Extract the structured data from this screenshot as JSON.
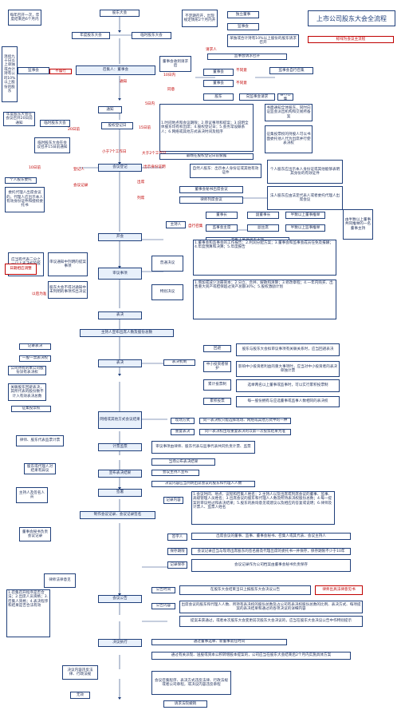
{
  "title": "上市公司股东大会全流程",
  "subtitle": "标绿为会议主流程",
  "labels": {
    "l0": "请求人",
    "l1": "不履行",
    "l2": "10日内",
    "l3": "不同意",
    "l4": "不同意",
    "l5": "同意",
    "l6": "5日内",
    "l7": "20日前",
    "l8": "15日前",
    "l9": "小于7个工作日",
    "l10": "大于2个工作日",
    "l11": "10日前",
    "l12": "登记人",
    "l13": "出示身份证明",
    "l14": "会议记录",
    "l15": "出席",
    "l16": "列席",
    "l17": "自行召集",
    "l18": "日期相应调整",
    "l19": "以后为准",
    "l20": "通知"
  },
  "nodes": {
    "n0": "每年召开一次，年度结束后6个月内",
    "n1": "股东大会",
    "n2": "年度股东大会",
    "n3": "临时股东大会",
    "n4": "不定期召开，出现规定情形2个月内开",
    "n5": "独立董事",
    "n6": "监事会",
    "n7": "单独或合计持有10%以上股份的股东请求召开",
    "n8": "连续九十日以上单独或合计持有公司10%以上股份的股东",
    "n9": "监事会",
    "n10": "召集人：董事会",
    "n11": "董事会收到请求后",
    "n12": "监事会请求召开",
    "n13": "董事会",
    "n14": "监事会自行召集",
    "n15": "董事会",
    "n16": "股东",
    "n17": "向监事会请求",
    "n18": "自行召集",
    "n19": "通知",
    "n20": "1.时间地点和会议期限；2.审议事项和提案；3.说明全体股东均有权出席；4.股权登记日；5.会务常设联系人；6.网络或其他方式表决时间及程序",
    "n21": "书面通知全体股东，同时向证监会派出机构和交易所备案",
    "n22": "征集投票权的持股人可以书面委托他人代为出席并行使表决权",
    "n23": "年度股东大会在会议召开20日前通知",
    "n24": "临时股东大会",
    "n25": "股权登记日",
    "n26": "临时股东大会在会议召开15日前通知",
    "n27": "最晚在股权登记日前披露",
    "n28": "会议登记",
    "n29": "自然人股东：出示本人身份证或其他有效证件",
    "n30": "个人股东应出示本人身份证或其他能够表明其身份的有效证件",
    "n31": "法人股东应由法定代表人或者委托代理人出席会议",
    "n32": "个人股东委托",
    "n33": "委托代理人出席会议的，代理人应出示本人有效身份证件和授权委托书",
    "n34": "董事会秘书出席会议",
    "n35": "律师列席会议",
    "n36": "董事长",
    "n37": "副董事长",
    "n38": "半数以上董事推举",
    "n39": "由半数以上董事共同推举的一名董事主持",
    "n40": "监事会主席",
    "n41": "副主席",
    "n42": "半数以上监事推举",
    "n43": "主持人",
    "n44": "召集人推举代表主持",
    "n45": "开会",
    "n46": "应当有代表二分之一以上表决权的股东出席",
    "n47": "审议通知中列明的提案事项",
    "n48": "股东大会不得对通知中未列明的事项作出决议",
    "n49": "审议事项",
    "n50": "普通决议",
    "n51": "特别决议",
    "n52": "1.董事会和监事会的工作报告；2.利润分配方案；3.董事会和监事会成员任免及报酬；4.年度预算和决算；5.年度报告",
    "n53": "1.增加或减少注册资本；2.分立、合并、解散和清算；3.修改章程；4.一年内购买、出售重大资产或担保超过资产总额30%；5.股权激励计划",
    "n54": "表决",
    "n55": "主持人宣布出席人数及股份总数",
    "n56": "记录表决",
    "n57": "一股一票表决权",
    "n58": "公司持有的本公司股份没有表决权",
    "n59": "关联股东回避表决，其所代表的股份数不计入有效表决总数",
    "n60": "征集投票权",
    "n61": "表决",
    "n62": "表决机制",
    "n63": "回避",
    "n64": "股东与股东大会拟审议事项有关联关系时，应当回避表决",
    "n65": "中小投资者保护",
    "n66": "影响中小投资者利益的重大事项时，应当对中小投资者的表决单独计票",
    "n67": "累计投票制",
    "n68": "选举两名以上董事或监事时，可以实行累积投票制",
    "n69": "累积投票",
    "n70": "每一股份拥有与应选董事或监事人数相同的表决权",
    "n71": "网络或其他方式会议结果",
    "n72": "现场方式",
    "n73": "同一表决权只能选择现场、网络或其他方式中的一种",
    "n74": "重复表决",
    "n75": "同一表决权出现重复表决的以第一次投票结果为准",
    "n76": "律师、股东代表监票计票",
    "n77": "计票监票",
    "n78": "审议事项由律师、股东代表与监事代表共同负责计票、监票",
    "n79": "当场公布表决结果",
    "n80": "股东或代理人对结果有异议",
    "n81": "宣布表决结果",
    "n82": "会议主持人宣布",
    "n83": "决议内容应当列明出席会议的股东和代理人人数",
    "n84": "主持人及签名人员",
    "n85": "签署",
    "n86": "1.会议时间、地点、议程和召集人姓名；2.主持人以及出席或列席会议的董事、监事、高级管理人员姓名；3.出席会议的股东和代理人人数及所持表决权股份总数；4.每一提案的审议经过和表决结果；5.股东的质询意见或建议以及相应的答复或说明；6.律师及计票人、监票人姓名",
    "n87": "记录内容",
    "n88": "董事会秘书负责会议记录",
    "n89": "制作会议记录、会议记录签名",
    "n90": "签字人",
    "n91": "出席会议的董事、监事、董事会秘书、召集人或其代表、会议主持人",
    "n92": "保存期限",
    "n93": "会议记录应当与现场出席股东的签名册及代理出席的委托书一并保存，保存期限不少于10年",
    "n94": "记录保存",
    "n95": "会议记录作为公司档案由董事会秘书负责保存",
    "n96": "律师法律意见",
    "n97": "1.召集召开程序是否合法；2.出席人员资格；3.召集人资格；4.表决程序和结果是否合法有效",
    "n98": "会议公告",
    "n99": "公告时间",
    "n100": "在股东大会结束当日上报股东大会决议公告",
    "n101": "律师出具法律意见书",
    "n102": "公告内容",
    "n103": "出席会议的股东和代理人人数、所持有表决权的股份总数及占公司有表决权股份总数的比例、表决方式、每项提案的表决结果和通过的各项决议的详细内容",
    "n104": "提案未获通过，或者本次股东大会变更前次股东大会决议的，应当在股东大会决议公告中作特别提示",
    "n105": "决议执行",
    "n106": "通过董事选举、新董事就任时间",
    "n107": "通过有关派现、送股或资本公积转增股本提案的，公司应当在股东大会结束后2个月内实施具体方案",
    "n108": "决议内容违反法律、行政法规",
    "n109": "无效",
    "n110": "会议召集程序、表决方式违反法律、行政法规或者公司章程，或决议内容违反章程",
    "n111": "请求法院撤销"
  }
}
